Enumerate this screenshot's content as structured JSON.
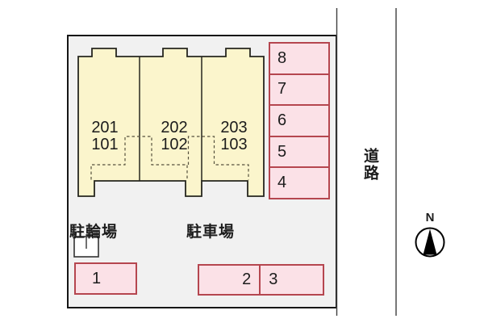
{
  "site_plan": {
    "building": {
      "units": [
        {
          "upper": "201",
          "lower": "101"
        },
        {
          "upper": "202",
          "lower": "102"
        },
        {
          "upper": "203",
          "lower": "103"
        }
      ]
    },
    "side_parking_spaces": [
      "8",
      "7",
      "6",
      "5",
      "4"
    ],
    "bicycle_parking_label": "駐輪場",
    "car_parking_label": "駐車場",
    "bottom_parking_spaces": [
      "1",
      "2",
      "3"
    ]
  },
  "road_label": "道路",
  "compass": {
    "north": "N"
  },
  "colors": {
    "building_fill": "#fbf5cc",
    "building_outline": "#26261e",
    "parking_fill": "#fbe1e7",
    "parking_border": "#b5464f",
    "site_background": "#f1f1f1",
    "site_border": "#161616",
    "page_background": "#ffffff",
    "text": "#1c1c1c"
  }
}
